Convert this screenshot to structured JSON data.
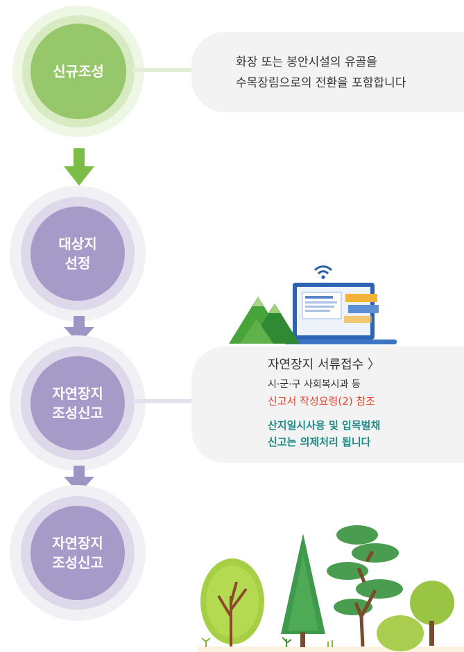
{
  "steps": [
    {
      "label_line1": "신규조성",
      "label_line2": ""
    },
    {
      "label_line1": "대상지",
      "label_line2": "선정"
    },
    {
      "label_line1": "자연장지",
      "label_line2": "조성신고"
    },
    {
      "label_line1": "자연장지",
      "label_line2": "조성신고"
    }
  ],
  "card1": {
    "line1": "화장 또는 봉안시설의 유골을",
    "line2": "수목장림으로의 전환을 포함합니다"
  },
  "card2": {
    "heading": "자연장지 서류접수 〉",
    "sub": "시·군·구 사회복시과 등",
    "ref": "신고서 작성요령(2) 참조",
    "note1": "산지일시사용 및 입목벌채",
    "note2": "신고는 의제처리 됩니다"
  },
  "colors": {
    "green_core": "#97c76b",
    "purple_core": "#a69bc8",
    "arrow_green": "#7cbd47",
    "arrow_purple": "#9f95c5",
    "red_text": "#e2452f",
    "teal_text": "#1e8a86"
  },
  "icons": [
    "wifi-icon",
    "laptop-icon",
    "mountain-icon",
    "tree-illustration"
  ]
}
